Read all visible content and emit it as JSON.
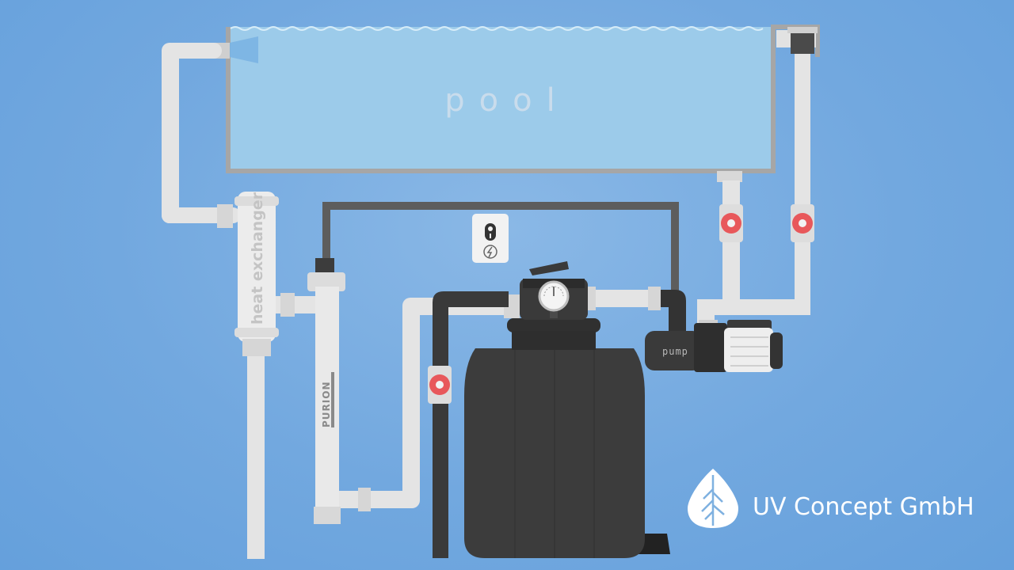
{
  "labels": {
    "pool": "pool",
    "heat_exchanger": "heat exchanger",
    "uv_unit": "PURION",
    "pump": "pump",
    "brand": "UV Concept GmbH"
  }
}
